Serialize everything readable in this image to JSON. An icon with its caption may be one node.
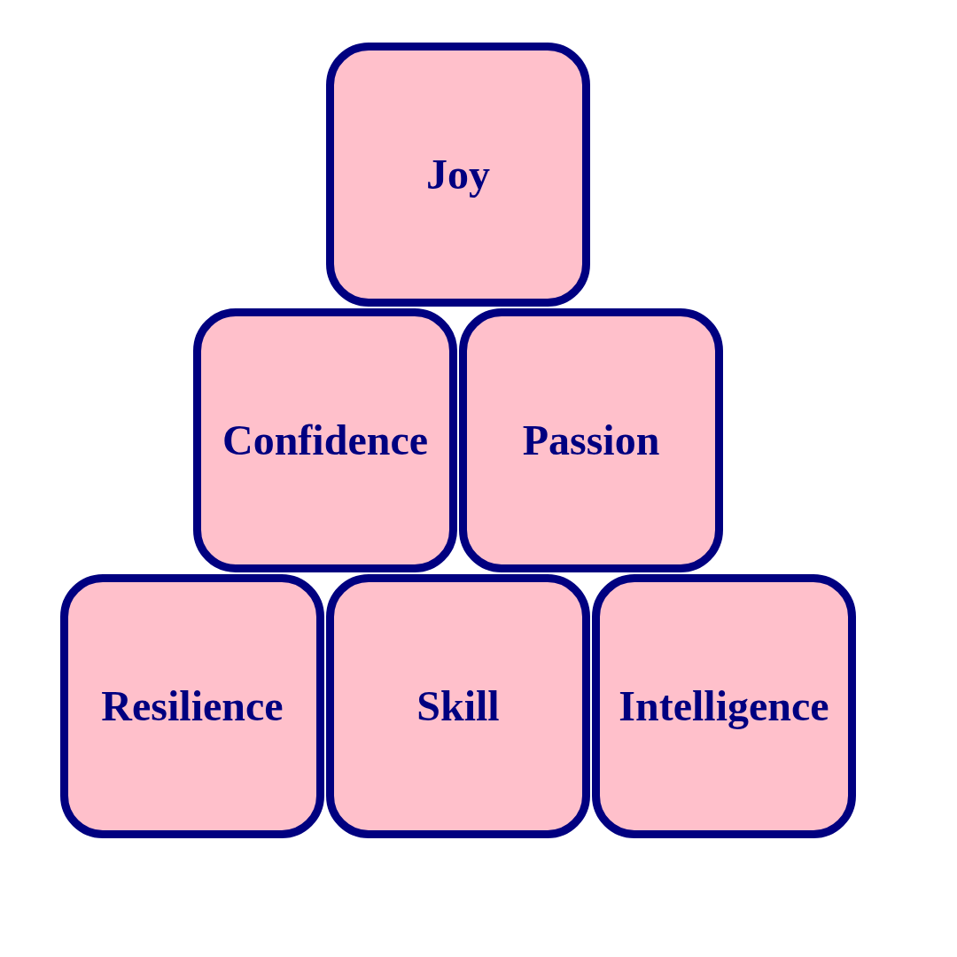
{
  "diagram": {
    "nodes": [
      {
        "text": [
          "Joy"
        ]
      },
      {
        "text": [
          "Confidence"
        ]
      },
      {
        "text": [
          "Passion"
        ]
      },
      {
        "text": [
          "Resilience"
        ]
      },
      {
        "text": [
          "Skill"
        ]
      },
      {
        "text": [
          "Intelligence"
        ]
      }
    ]
  }
}
